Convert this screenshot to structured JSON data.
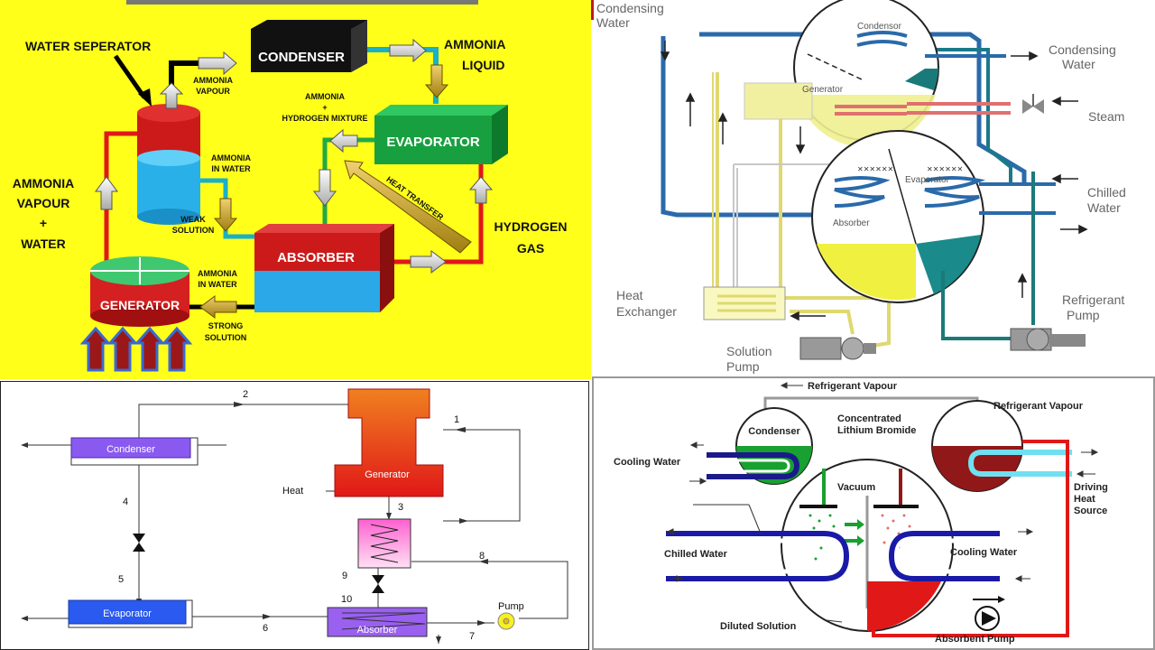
{
  "q1": {
    "water_separator": "WATER SEPERATOR",
    "condenser": "CONDENSER",
    "ammonia_liquid_1": "AMMONIA",
    "ammonia_liquid_2": "LIQUID",
    "ammonia_vapour_top_1": "AMMONIA",
    "ammonia_vapour_top_2": "VAPOUR",
    "mixture_1": "AMMONIA",
    "mixture_2": "+",
    "mixture_3": "HYDROGEN MIXTURE",
    "evaporator": "EVAPORATOR",
    "ammonia_in_water_top_1": "AMMONIA",
    "ammonia_in_water_top_2": "IN WATER",
    "heat_transfer": "HEAT TRANSFER",
    "vapour_water_1": "AMMONIA",
    "vapour_water_2": "VAPOUR",
    "vapour_water_3": "+",
    "vapour_water_4": "WATER",
    "weak_solution_1": "WEAK",
    "weak_solution_2": "SOLUTION",
    "hydrogen_gas_1": "HYDROGEN",
    "hydrogen_gas_2": "GAS",
    "absorber": "ABSORBER",
    "ammonia_in_water_bottom_1": "AMMONIA",
    "ammonia_in_water_bottom_2": "IN WATER",
    "generator": "GENERATOR",
    "strong_solution_1": "STRONG",
    "strong_solution_2": "SOLUTION"
  },
  "q2": {
    "condensing_water_in_1": "Condensing",
    "condensing_water_in_2": "Water",
    "condensor": "Condensor",
    "generator": "Generator",
    "condensing_water_out_1": "Condensing",
    "condensing_water_out_2": "Water",
    "steam": "Steam",
    "evaporator": "Evaporator",
    "absorber": "Absorber",
    "chilled_water_1": "Chilled",
    "chilled_water_2": "Water",
    "heat_exchanger_1": "Heat",
    "heat_exchanger_2": "Exchanger",
    "refrigerant_pump_1": "Refrigerant",
    "refrigerant_pump_2": "Pump",
    "solution_pump_1": "Solution",
    "solution_pump_2": "Pump"
  },
  "q3": {
    "n2": "2",
    "n1": "1",
    "condenser": "Condenser",
    "generator": "Generator",
    "heat": "Heat",
    "n3": "3",
    "n4": "4",
    "n5": "5",
    "n8": "8",
    "n9": "9",
    "n10": "10",
    "pump": "Pump",
    "evaporator": "Evaporator",
    "n6": "6",
    "absorber": "Absorber",
    "n7": "7"
  },
  "q4": {
    "refrigerant_vapour_top": "Refrigerant Vapour",
    "refrigerant_vapour_right": "Refrigerant Vapour",
    "condenser": "Condenser",
    "concentrated_1": "Concentrated",
    "concentrated_2": "Lithium Bromide",
    "cooling_water_left": "Cooling Water",
    "vacuum": "Vacuum",
    "driving_1": "Driving",
    "driving_2": "Heat",
    "driving_3": "Source",
    "chilled_water": "Chilled Water",
    "cooling_water_right": "Cooling Water",
    "diluted_solution": "Diluted Solution",
    "absorbent_pump": "Absorbent Pump"
  }
}
